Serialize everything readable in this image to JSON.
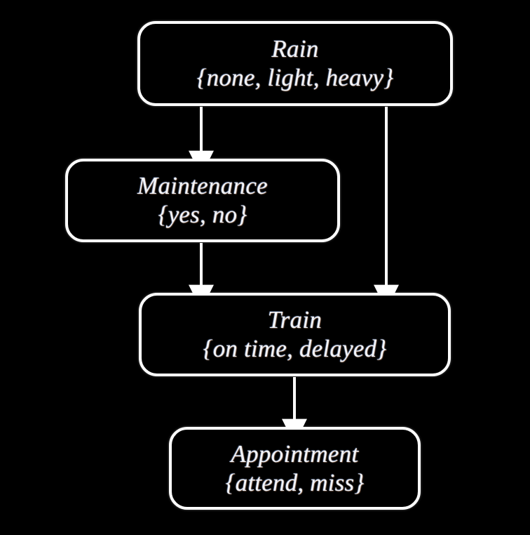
{
  "diagram": {
    "type": "bayesian-network",
    "background_color": "#000000",
    "node_border_color": "#ffffff",
    "text_color": "#f2f4f8",
    "edge_color": "#ffffff",
    "nodes": [
      {
        "id": "rain",
        "title": "Rain",
        "states": "{none, light, heavy}",
        "state_list": [
          "none",
          "light",
          "heavy"
        ]
      },
      {
        "id": "maintenance",
        "title": "Maintenance",
        "states": "{yes, no}",
        "state_list": [
          "yes",
          "no"
        ]
      },
      {
        "id": "train",
        "title": "Train",
        "states": "{on time, delayed}",
        "state_list": [
          "on time",
          "delayed"
        ]
      },
      {
        "id": "appointment",
        "title": "Appointment",
        "states": "{attend, miss}",
        "state_list": [
          "attend",
          "miss"
        ]
      }
    ],
    "edges": [
      {
        "id": "rain-to-maintenance",
        "from": "Rain",
        "to": "Maintenance"
      },
      {
        "id": "rain-to-train",
        "from": "Rain",
        "to": "Train"
      },
      {
        "id": "maintenance-to-train",
        "from": "Maintenance",
        "to": "Train"
      },
      {
        "id": "train-to-appointment",
        "from": "Train",
        "to": "Appointment"
      }
    ]
  }
}
